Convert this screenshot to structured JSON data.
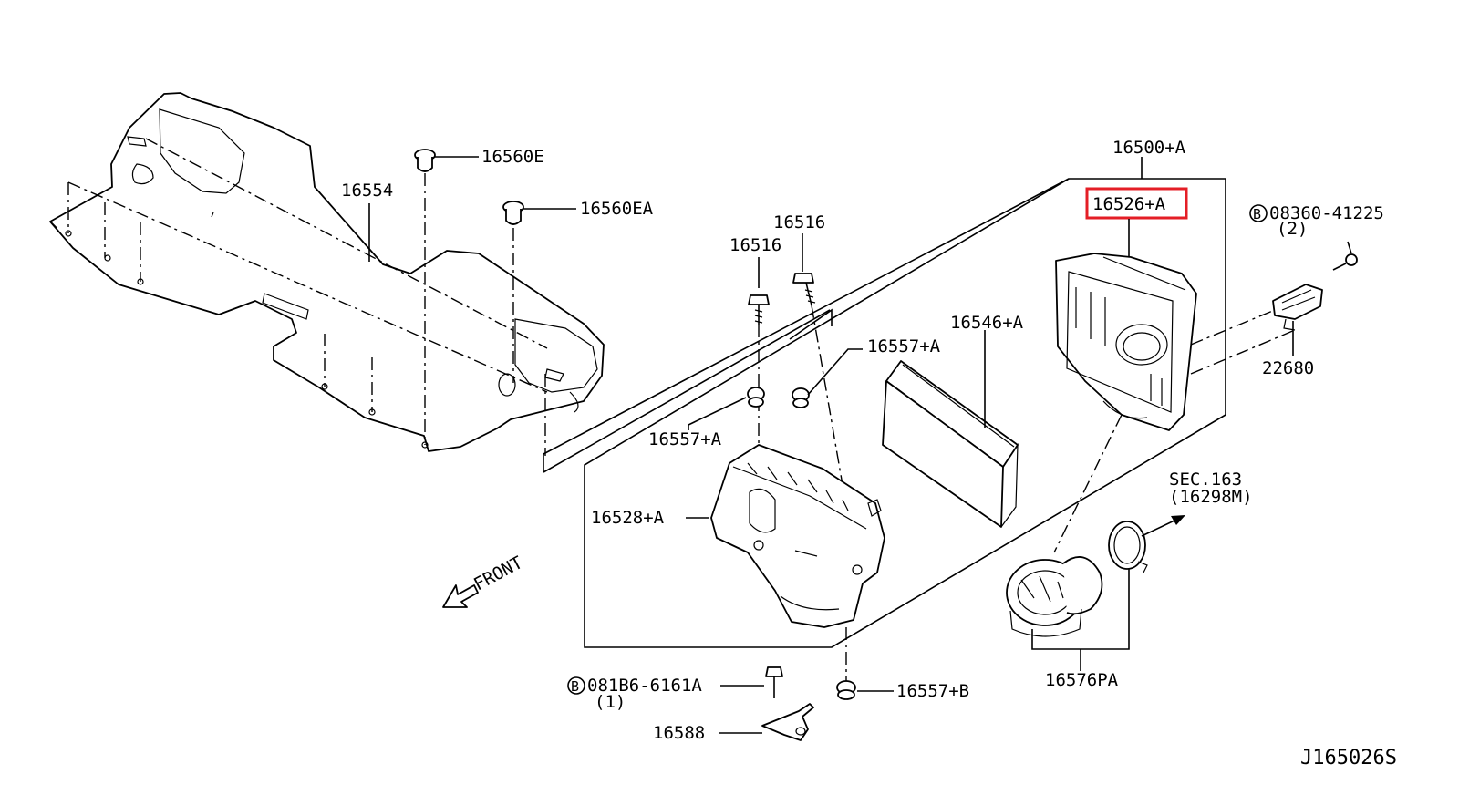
{
  "diagram_id": "J165026S",
  "highlight_color": "#e41e26",
  "callouts": {
    "p16500A": "16500+A",
    "p16526A": "16526+A",
    "p08360": "08360-41225",
    "p08360_qty": "(2)",
    "p22680": "22680",
    "p16554": "16554",
    "p16560E": "16560E",
    "p16560EA": "16560EA",
    "p16516_a": "16516",
    "p16516_b": "16516",
    "p16557A_a": "16557+A",
    "p16557A_b": "16557+A",
    "p16546A": "16546+A",
    "p16528A": "16528+A",
    "p16557B": "16557+B",
    "p081B6": "081B6-6161A",
    "p081B6_qty": "(1)",
    "p16588": "16588",
    "p16576PA": "16576PA",
    "sec_ref": "SEC.163",
    "sec_ref_part": "(16298M)",
    "front": "FRONT",
    "bolt_symbol": "B"
  }
}
